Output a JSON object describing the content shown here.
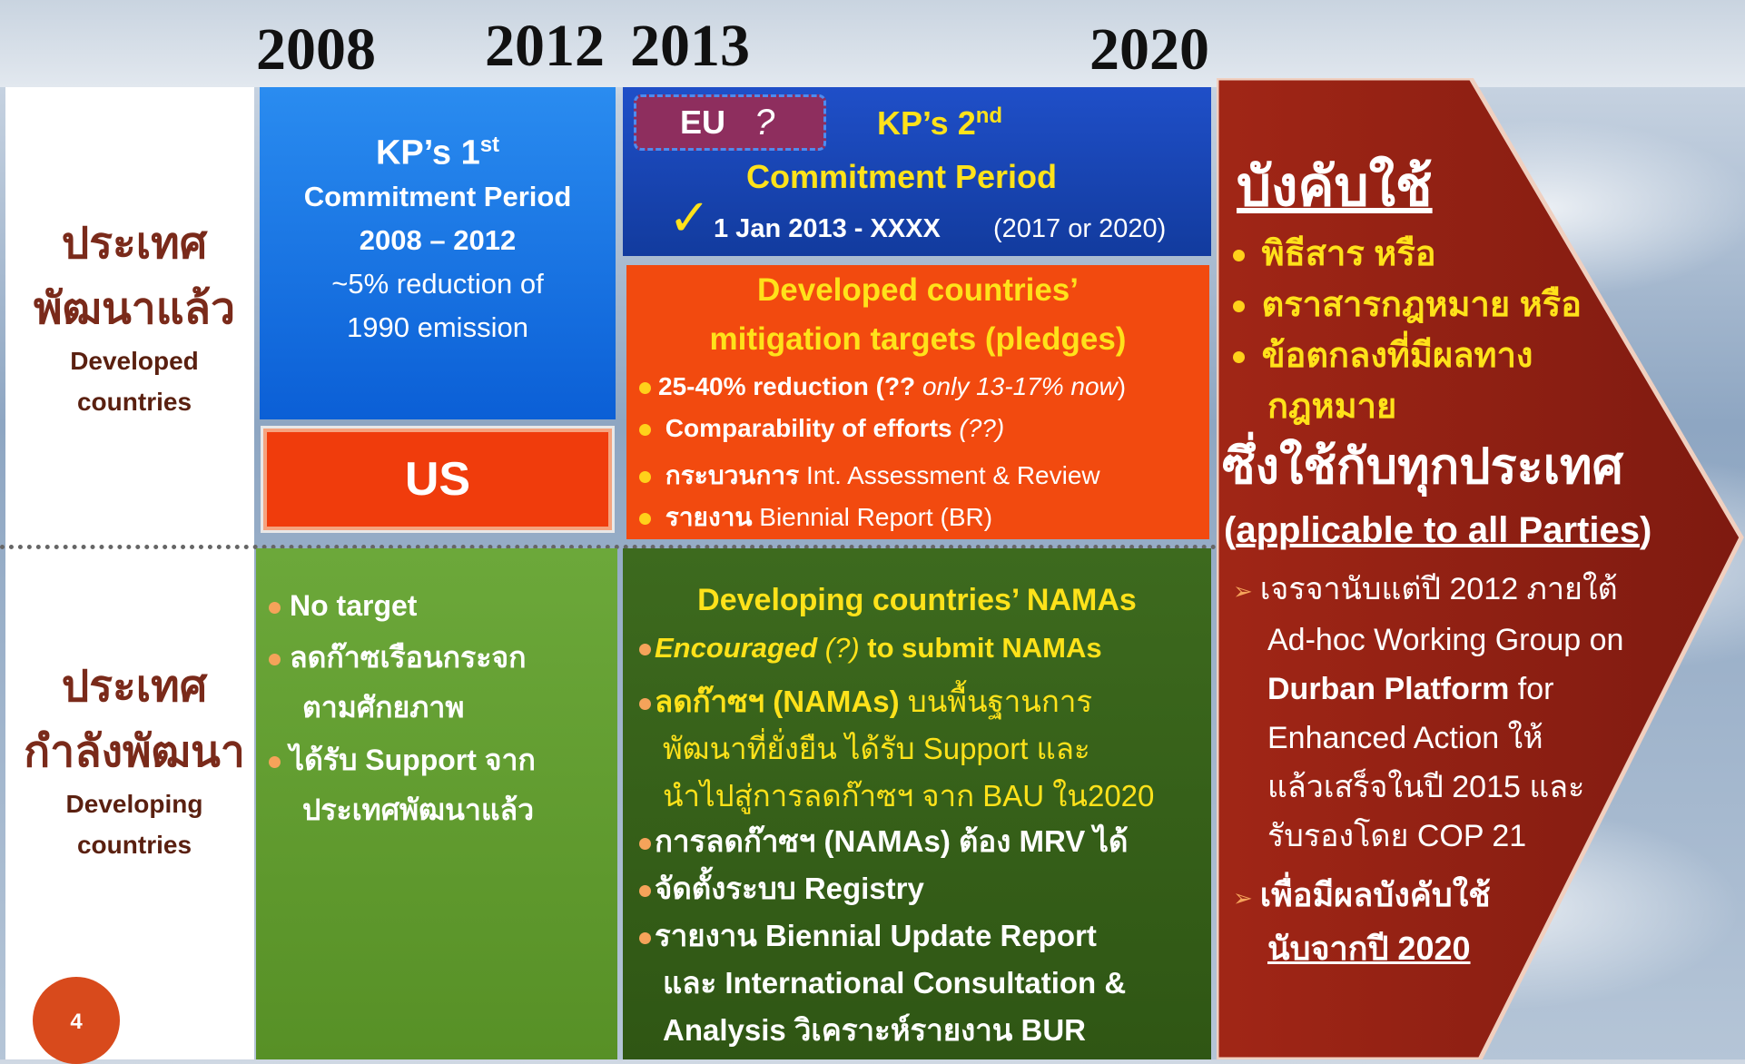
{
  "years": [
    "2008",
    "2012",
    "2013",
    "2020"
  ],
  "row_developed": {
    "thai": [
      "ประเทศ",
      "พัฒนาแล้ว"
    ],
    "english": [
      "Developed",
      "countries"
    ]
  },
  "row_developing": {
    "thai": [
      "ประเทศ",
      "กำลังพัฒนา"
    ],
    "english": [
      "Developing",
      "countries"
    ]
  },
  "kp1": {
    "title": "KP’s  1",
    "title_sup": "st",
    "line2": "Commitment Period",
    "line3": "2008 – 2012",
    "line4": "~5% reduction of",
    "line5": "1990 emission"
  },
  "us_label": "US",
  "eu": {
    "label": "EU",
    "mark": "?"
  },
  "kp2": {
    "title": "KP’s  2",
    "title_sup": "nd",
    "line2": "Commitment  Period",
    "check": "✓",
    "dates": "1 Jan 2013 - XXXX",
    "dates_note": "(2017 or 2020)"
  },
  "developed_targets": {
    "title1": "Developed countries’",
    "title2": "mitigation targets (pledges)",
    "items": [
      {
        "bold": "25-40% reduction (",
        "q": "??",
        "italic": " only 13-17% now",
        "tail": ")"
      },
      {
        "bold": "Comparability of efforts ",
        "italic": "(??)"
      },
      {
        "bold": "กระบวนการ",
        "plain": " Int. Assessment & Review"
      },
      {
        "bold": "รายงาน",
        "plain": " Biennial Report (BR)"
      }
    ]
  },
  "developing_left": {
    "items": [
      [
        "No target"
      ],
      [
        "ลดก๊าซเรือนกระจก",
        "ตามศักยภาพ"
      ],
      [
        "ได้รับ Support จาก",
        "ประเทศพัฒนาแล้ว"
      ]
    ]
  },
  "namas": {
    "title": "Developing countries’ NAMAs",
    "item1_italic": "Encouraged",
    "item1_mid": " (?) ",
    "item1_bold": "to submit NAMAs",
    "item2_bold": "ลดก๊าซฯ (NAMAs)",
    "item2_plain": " บนพื้นฐานการ",
    "item2_line2": "พัฒนาที่ยั่งยืน ได้รับ Support และ",
    "item2_line3": "นำไปสู่การลดก๊าซฯ จาก BAU ใน2020",
    "item3": "การลดก๊าซฯ (NAMAs) ต้อง MRV ได้",
    "item4": "จัดตั้งระบบ Registry",
    "item5_line1": "รายงาน Biennial Update Report",
    "item5_line2": "และ International Consultation &",
    "item5_line3": "Analysis วิเคราะห์รายงาน  BUR"
  },
  "arrow_panel": {
    "heading": "บังคับใช้",
    "bullets": [
      "พิธีสาร  หรือ",
      "ตราสารกฎหมาย หรือ",
      "ข้อตกลงที่มีผลทาง",
      "กฎหมาย"
    ],
    "all_countries": "ซึ่งใช้กับทุกประเทศ",
    "applicable_open": "(",
    "applicable": "applicable to all Parties",
    "applicable_close": ")",
    "note1_lines": [
      "เจรจานับแต่ปี 2012 ภายใต้",
      "Ad-hoc Working Group on"
    ],
    "note1_bold": "Durban Platform",
    "note1_after": " for",
    "note1_rest": [
      "Enhanced Action ให้",
      "แล้วเสร็จในปี 2015 และ",
      "รับรองโดย COP 21"
    ],
    "note2_line1": "เพื่อมีผลบังคับใช้",
    "note2_line2": "นับจากปี 2020"
  },
  "page_number": "4",
  "colors": {
    "kp1_blue": "#0b5fd6",
    "us_red": "#f03c0c",
    "kp2_navy": "#123b9e",
    "dev_orange": "#f24a0f",
    "green": "#579026",
    "dark_green": "#2f5614",
    "arrow_red": "#8e1f12",
    "yellow": "#ffe21a"
  }
}
